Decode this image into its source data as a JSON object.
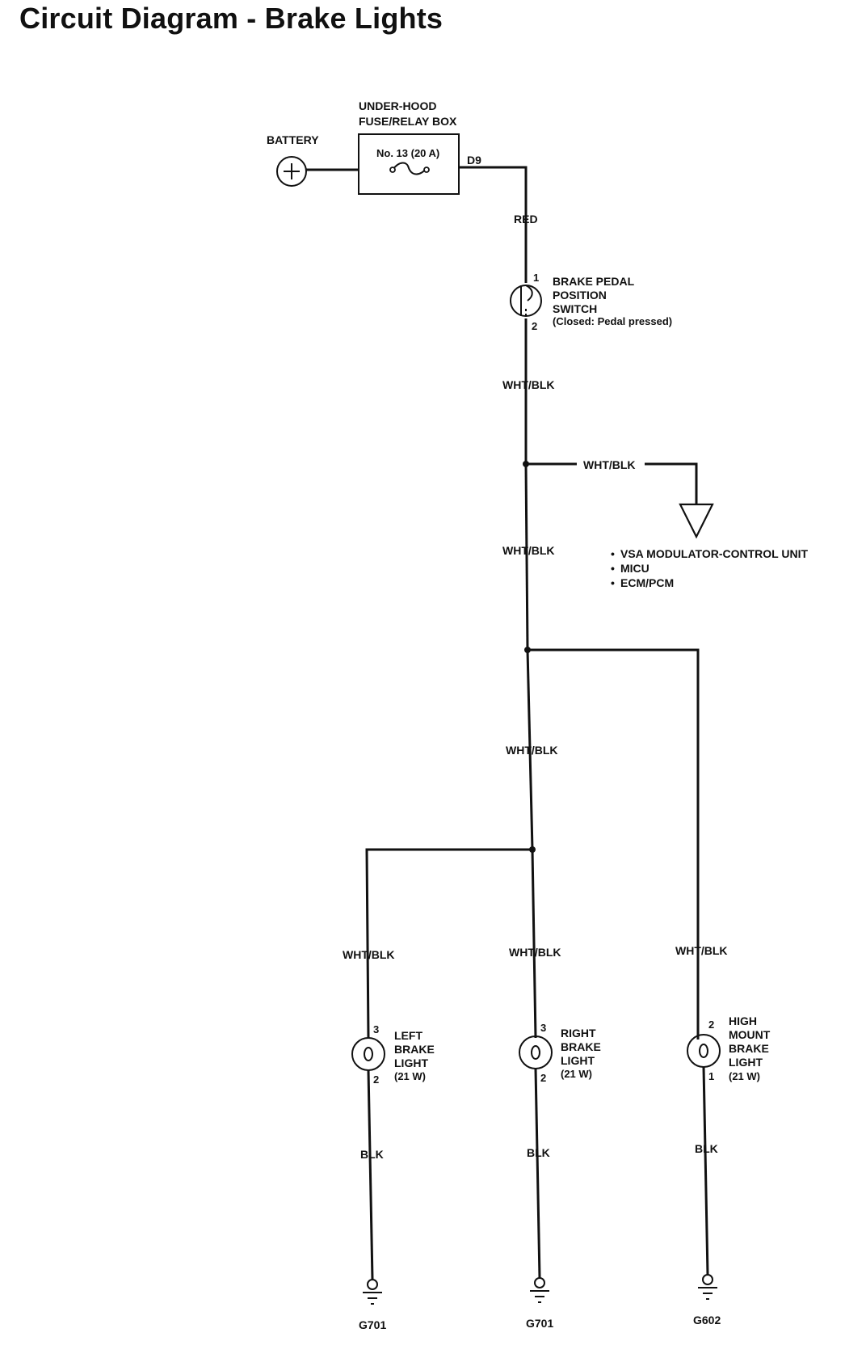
{
  "title": "Circuit Diagram - Brake Lights",
  "battery": {
    "label": "BATTERY",
    "symbol": "+"
  },
  "fuse_box": {
    "line1": "UNDER-HOOD",
    "line2": "FUSE/RELAY BOX",
    "fuse": "No. 13 (20 A)",
    "terminal": "D9"
  },
  "switch": {
    "line1": "BRAKE PEDAL",
    "line2": "POSITION",
    "line3": "SWITCH",
    "note": "(Closed: Pedal pressed)",
    "pin_top": "1",
    "pin_bottom": "2"
  },
  "wires": {
    "red": "RED",
    "wht_blk": "WHT/BLK",
    "blk": "BLK"
  },
  "modules": {
    "item1": "VSA MODULATOR-CONTROL UNIT",
    "item2": "MICU",
    "item3": "ECM/PCM"
  },
  "lights": {
    "left": {
      "line1": "LEFT",
      "line2": "BRAKE",
      "line3": "LIGHT",
      "line4": "(21 W)",
      "pin_top": "3",
      "pin_bottom": "2",
      "ground": "G701"
    },
    "right": {
      "line1": "RIGHT",
      "line2": "BRAKE",
      "line3": "LIGHT",
      "line4": "(21 W)",
      "pin_top": "3",
      "pin_bottom": "2",
      "ground": "G701"
    },
    "high": {
      "line1": "HIGH",
      "line2": "MOUNT",
      "line3": "BRAKE",
      "line4": "LIGHT",
      "line5": "(21 W)",
      "pin_top": "2",
      "pin_bottom": "1",
      "ground": "G602"
    }
  }
}
